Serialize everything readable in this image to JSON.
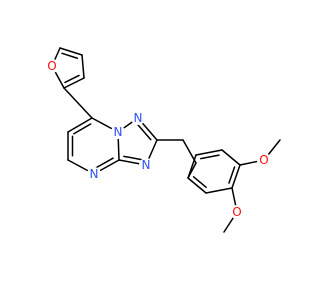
{
  "molecule": {
    "atoms": [
      {
        "id": "O_fur",
        "element": "O",
        "label": "O",
        "color": "#ff0d0d"
      },
      {
        "id": "N_br",
        "element": "N",
        "label": "N",
        "color": "#3050f8"
      },
      {
        "id": "N_tri",
        "element": "N",
        "label": "N",
        "color": "#3050f8"
      },
      {
        "id": "N_pyr",
        "element": "N",
        "label": "N",
        "color": "#3050f8"
      },
      {
        "id": "N_im",
        "element": "N",
        "label": "N",
        "color": "#3050f8"
      },
      {
        "id": "O_me1",
        "element": "O",
        "label": "O",
        "color": "#ff0d0d"
      },
      {
        "id": "O_me2",
        "element": "O",
        "label": "O",
        "color": "#ff0d0d"
      }
    ]
  }
}
